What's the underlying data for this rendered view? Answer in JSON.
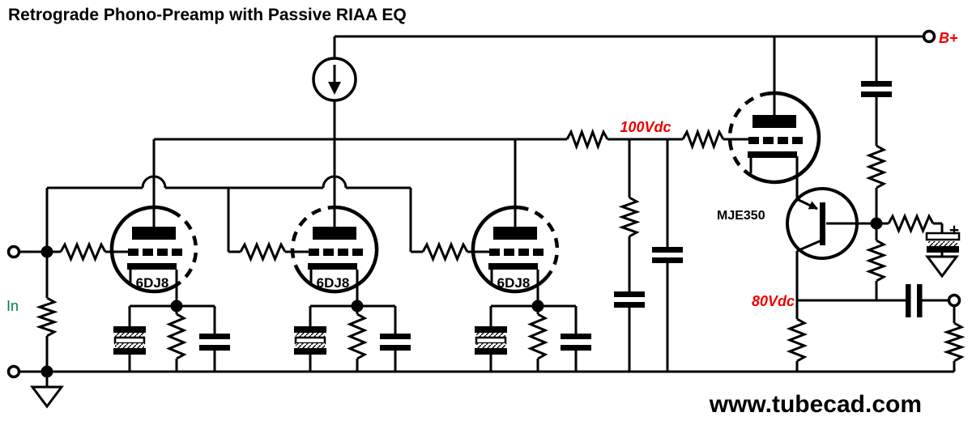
{
  "title": "Retrograde Phono-Preamp with Passive RIAA EQ",
  "colors": {
    "ink": "#000000",
    "background": "#ffffff",
    "voltage_label_red": "#ee0000",
    "input_label_green": "#008040"
  },
  "labels": {
    "b_plus": "B+",
    "node_100v": "100Vdc",
    "node_80v": "80Vdc",
    "input": "In",
    "transistor": "MJE350",
    "tube1": "6DJ8",
    "tube2": "6DJ8",
    "tube3": "6DJ8",
    "plus_polarity": "+",
    "website": "www.tubecad.com"
  },
  "components": {
    "tubes": [
      {
        "type": "triode-tube-icon",
        "label": "6DJ8",
        "role": "parallel input triode 1"
      },
      {
        "type": "triode-tube-icon",
        "label": "6DJ8",
        "role": "parallel input triode 2"
      },
      {
        "type": "triode-tube-icon",
        "label": "6DJ8",
        "role": "parallel input triode 3"
      },
      {
        "type": "triode-tube-icon",
        "label": "",
        "role": "output stage triode"
      }
    ],
    "transistor": {
      "type": "pnp-transistor-icon",
      "label": "MJE350"
    },
    "current_source": {
      "type": "constant-current-source-icon"
    },
    "terminals": [
      {
        "name": "input",
        "label": "In"
      },
      {
        "name": "input-ground",
        "label": ""
      },
      {
        "name": "b-plus-supply",
        "label": "B+"
      },
      {
        "name": "output",
        "label": ""
      }
    ],
    "node_voltages": [
      "100Vdc",
      "80Vdc"
    ]
  }
}
